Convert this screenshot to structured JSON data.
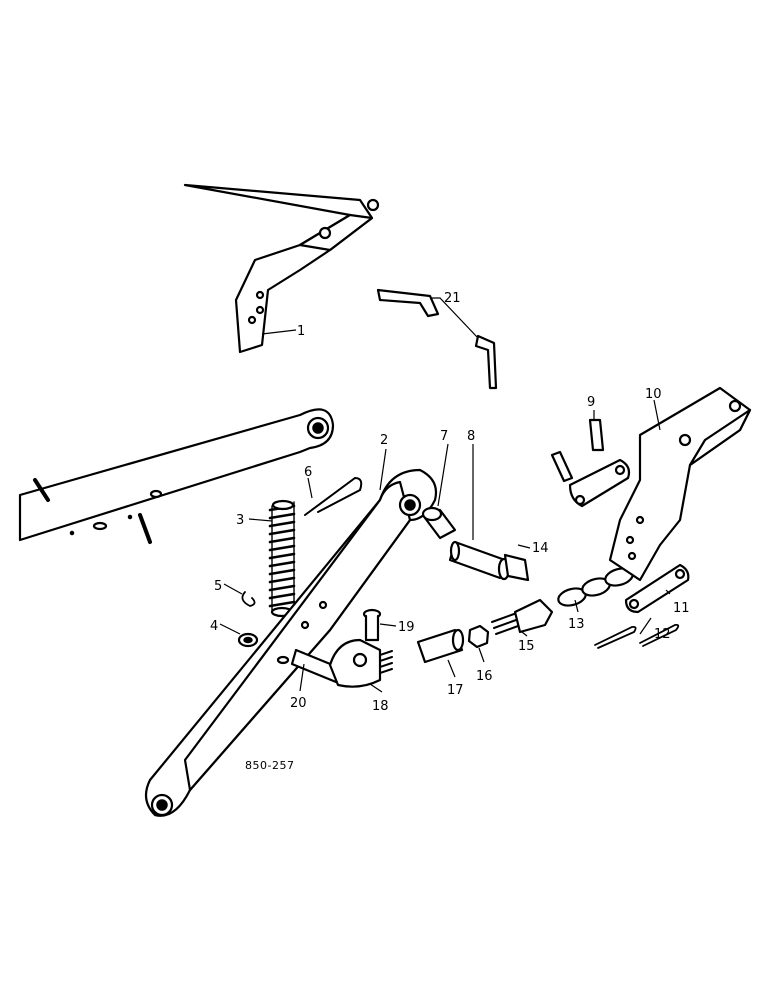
{
  "labels": {
    "p1": "1",
    "p2": "2",
    "p3": "3",
    "p4": "4",
    "p5": "5",
    "p6": "6",
    "p7": "7",
    "p8": "8",
    "p9": "9",
    "p10": "10",
    "p11": "11",
    "p12": "12",
    "p13": "13",
    "p14": "14",
    "p15": "15",
    "p16": "16",
    "p17": "17",
    "p18": "18",
    "p19": "19",
    "p20": "20",
    "p21": "21"
  },
  "drawing_code": "850-257"
}
